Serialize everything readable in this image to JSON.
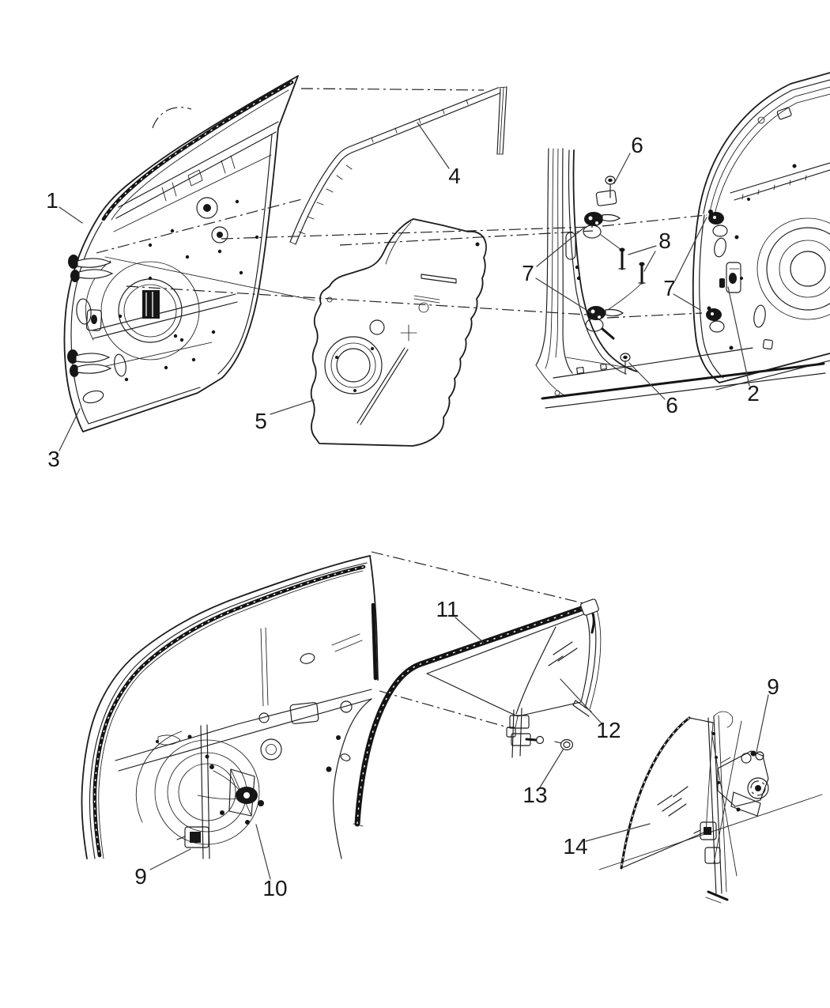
{
  "diagram": {
    "background_color": "#ffffff",
    "line_color": "#1b1b1b",
    "callouts": [
      "1",
      "3",
      "4",
      "5",
      "6",
      "7",
      "8",
      "7",
      "6",
      "2",
      "11",
      "12",
      "13",
      "9",
      "10",
      "14",
      "9"
    ]
  }
}
